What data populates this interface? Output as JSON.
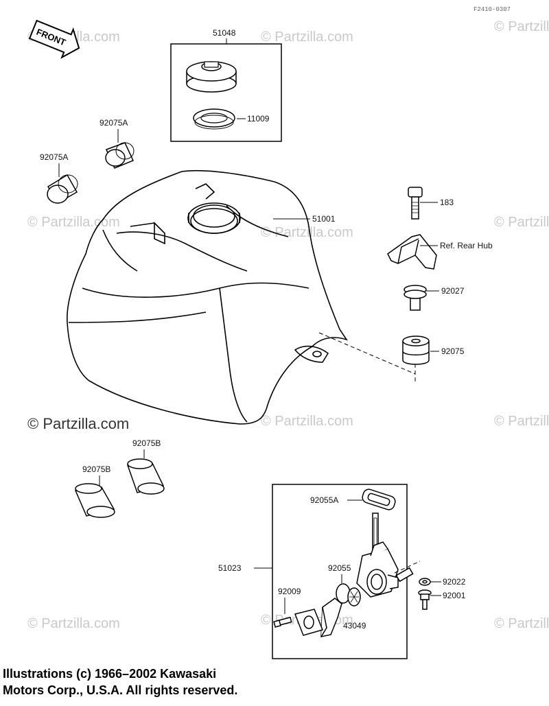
{
  "drawing_code": "F2410-0307",
  "front_label": "FRONT",
  "watermark": "© Partzilla.com",
  "parts": {
    "cap": "51048",
    "gasket": "11009",
    "tank": "51001",
    "damper_a_top": "92075A",
    "damper_a_left": "92075A",
    "bolt_183": "183",
    "ref_rear_hub": "Ref. Rear Hub",
    "collar": "92027",
    "damper": "92075",
    "damper_b_right": "92075B",
    "damper_b_left": "92075B",
    "gasket_92055a": "92055A",
    "cock": "51023",
    "oring": "92055",
    "screw_92009": "92009",
    "filter": "43049",
    "washer": "92022",
    "bolt_92001": "92001"
  },
  "footer": {
    "line1": "Illustrations (c) 1966–2002 Kawasaki",
    "line2": "Motors Corp., U.S.A.  All rights reserved."
  }
}
